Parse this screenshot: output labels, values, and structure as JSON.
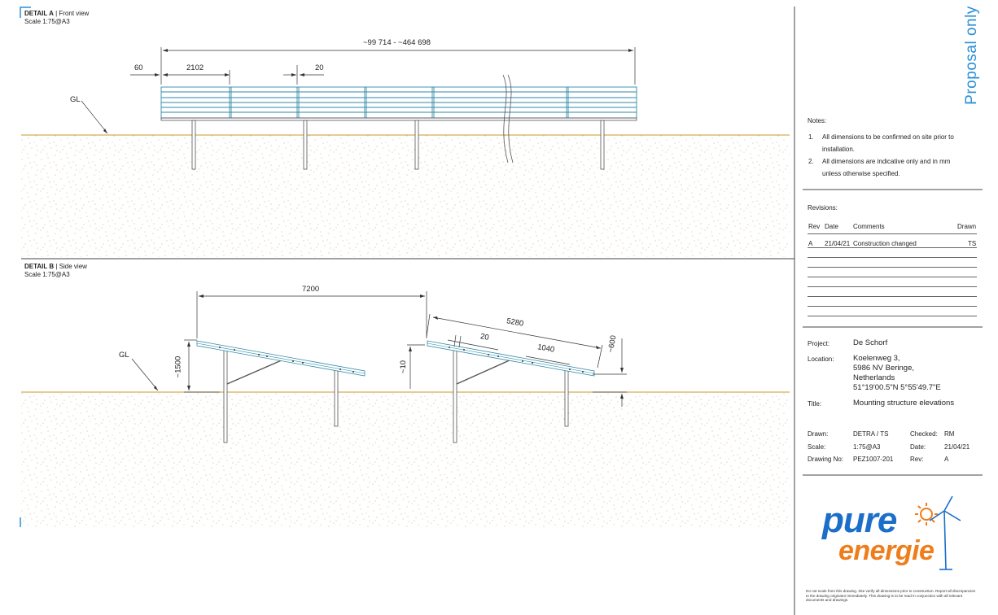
{
  "detail_a": {
    "heading": "DETAIL A",
    "subheading": "Front view",
    "scale": "Scale 1:75@A3",
    "dim_overall": "~99 714 - ~464 698",
    "dim_edge": "60",
    "dim_module": "2102",
    "dim_gap": "20",
    "ground_label": "GL"
  },
  "detail_b": {
    "heading": "DETAIL B",
    "subheading": "Side view",
    "scale": "Scale 1:75@A3",
    "dim_row_pitch": "7200",
    "dim_height": "~1500",
    "dim_clearance": "~10",
    "dim_table_length": "5280",
    "dim_module_gap": "20",
    "dim_module_width": "1040",
    "dim_depth": "~600",
    "ground_label": "GL"
  },
  "proposal_label": "Proposal only",
  "notes": {
    "title": "Notes:",
    "items": [
      {
        "num": "1.",
        "line1": "All dimensions to be confirmed on site prior to",
        "line2": "installation."
      },
      {
        "num": "2.",
        "line1": "All dimensions are indicative only and in mm",
        "line2": "unless otherwise specified."
      }
    ]
  },
  "revisions": {
    "title": "Revisions:",
    "headers": {
      "rev": "Rev",
      "date": "Date",
      "comments": "Comments",
      "drawn": "Drawn"
    },
    "rows": [
      {
        "rev": "A",
        "date": "21/04/21",
        "comments": "Construction changed",
        "drawn": "TS"
      }
    ]
  },
  "project": {
    "project_label": "Project:",
    "project_value": "De Schorf",
    "location_label": "Location:",
    "location_lines": [
      "Koelenweg 3,",
      "5986 NV Beringe,",
      "Netherlands",
      "51°19'00.5\"N 5°55'49.7\"E"
    ],
    "title_label": "Title:",
    "title_value": "Mounting structure elevations"
  },
  "info": {
    "drawn_label": "Drawn:",
    "drawn_value": "DETRA / TS",
    "checked_label": "Checked:",
    "checked_value": "RM",
    "scale_label": "Scale:",
    "scale_value": "1:75@A3",
    "date_label": "Date:",
    "date_value": "21/04/21",
    "drawing_no_label": "Drawing No:",
    "drawing_no_value": "PEZ1007-201",
    "rev_label": "Rev:",
    "rev_value": "A"
  },
  "logo": {
    "word1": "pure",
    "word2": "energie"
  },
  "disclaimer": "Do not scale from this drawing. Site verify all dimensions prior to construction. Report all discrepancies to the drawing originator immediately. This drawing is to be read in conjunction with all relevant documents and drawings.",
  "colors": {
    "ground_line": "#c89a2a",
    "soil_dots": "#c9b27a",
    "panel_frame": "#2f8aa8",
    "accent_blue": "#2a8fd6",
    "logo_blue": "#1b6fc8",
    "logo_orange": "#ef7d1a"
  }
}
